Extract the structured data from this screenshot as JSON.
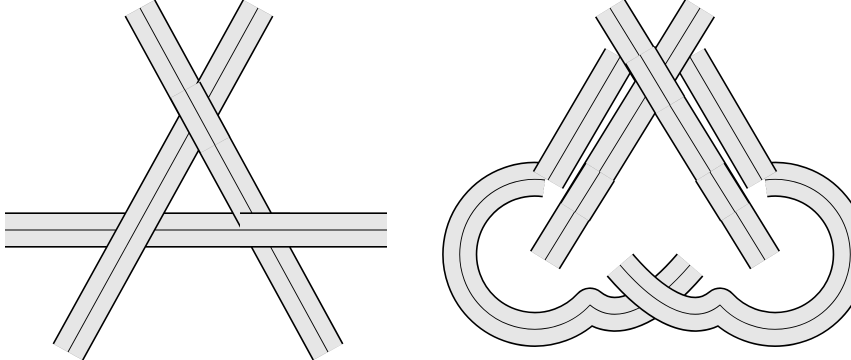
{
  "diagram": {
    "colors": {
      "background": "#ffffff",
      "band_fill": "#e6e6e6",
      "outline": "#000000"
    },
    "figures": [
      {
        "id": "left",
        "shape": "three-strand-crossing"
      },
      {
        "id": "right",
        "shape": "triangular-knot-with-loops"
      }
    ]
  }
}
